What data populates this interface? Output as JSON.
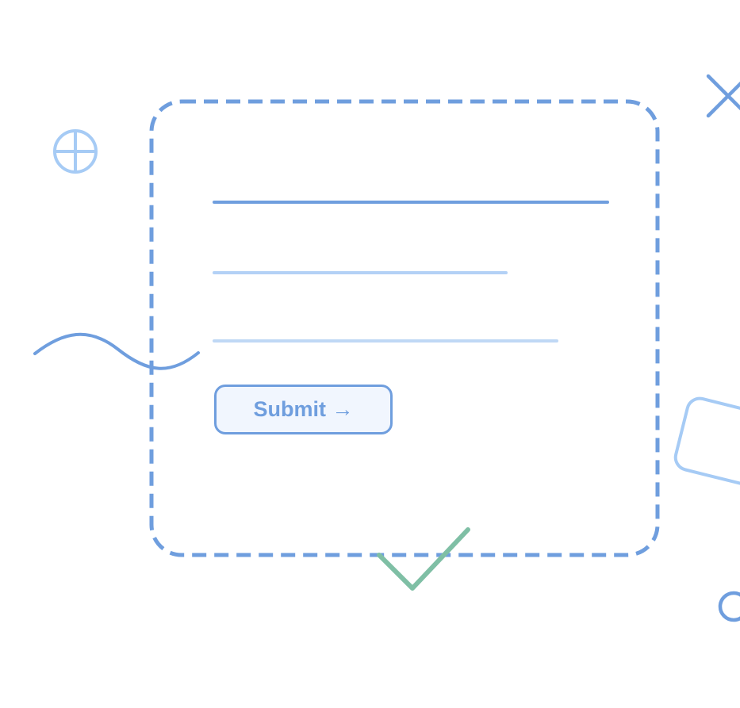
{
  "form": {
    "submit_label": "Submit →"
  },
  "colors": {
    "primary": "#6f9ede",
    "light": "#a6cbf5",
    "faint": "#bfd8f5",
    "accent_green": "#7fbfa5",
    "button_fill": "#f1f6fe"
  },
  "icons": [
    "plus-circle-icon",
    "close-icon",
    "checkmark-icon",
    "wave-doodle",
    "rounded-rect-doodle",
    "circle-doodle"
  ]
}
